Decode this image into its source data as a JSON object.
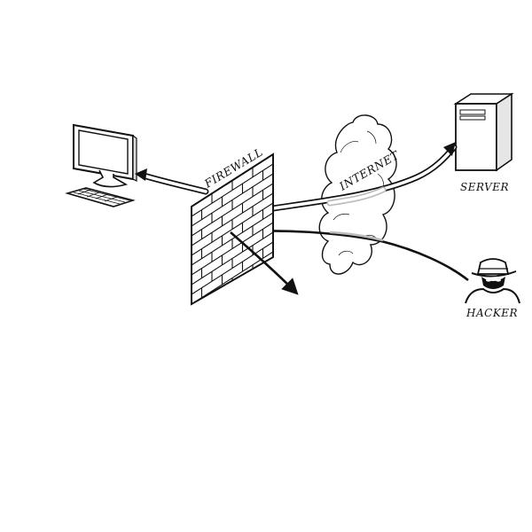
{
  "labels": {
    "firewall": "FIREWALL",
    "internet": "INTERNET",
    "server": "SERVER",
    "hacker": "HACKER"
  },
  "nodes": [
    {
      "id": "computer",
      "icon": "desktop-computer-icon"
    },
    {
      "id": "firewall",
      "icon": "brick-wall-icon"
    },
    {
      "id": "internet",
      "icon": "cloud-icon"
    },
    {
      "id": "server",
      "icon": "server-tower-icon"
    },
    {
      "id": "hacker",
      "icon": "hacker-icon"
    }
  ],
  "connections": [
    {
      "from": "server",
      "to": "computer",
      "style": "double-line-arrow"
    },
    {
      "from": "hacker",
      "to": "firewall",
      "style": "blocked-deflected-arrow"
    }
  ],
  "colors": {
    "stroke": "#111111",
    "background": "#ffffff",
    "internet_gap": "#bbbbbb"
  }
}
